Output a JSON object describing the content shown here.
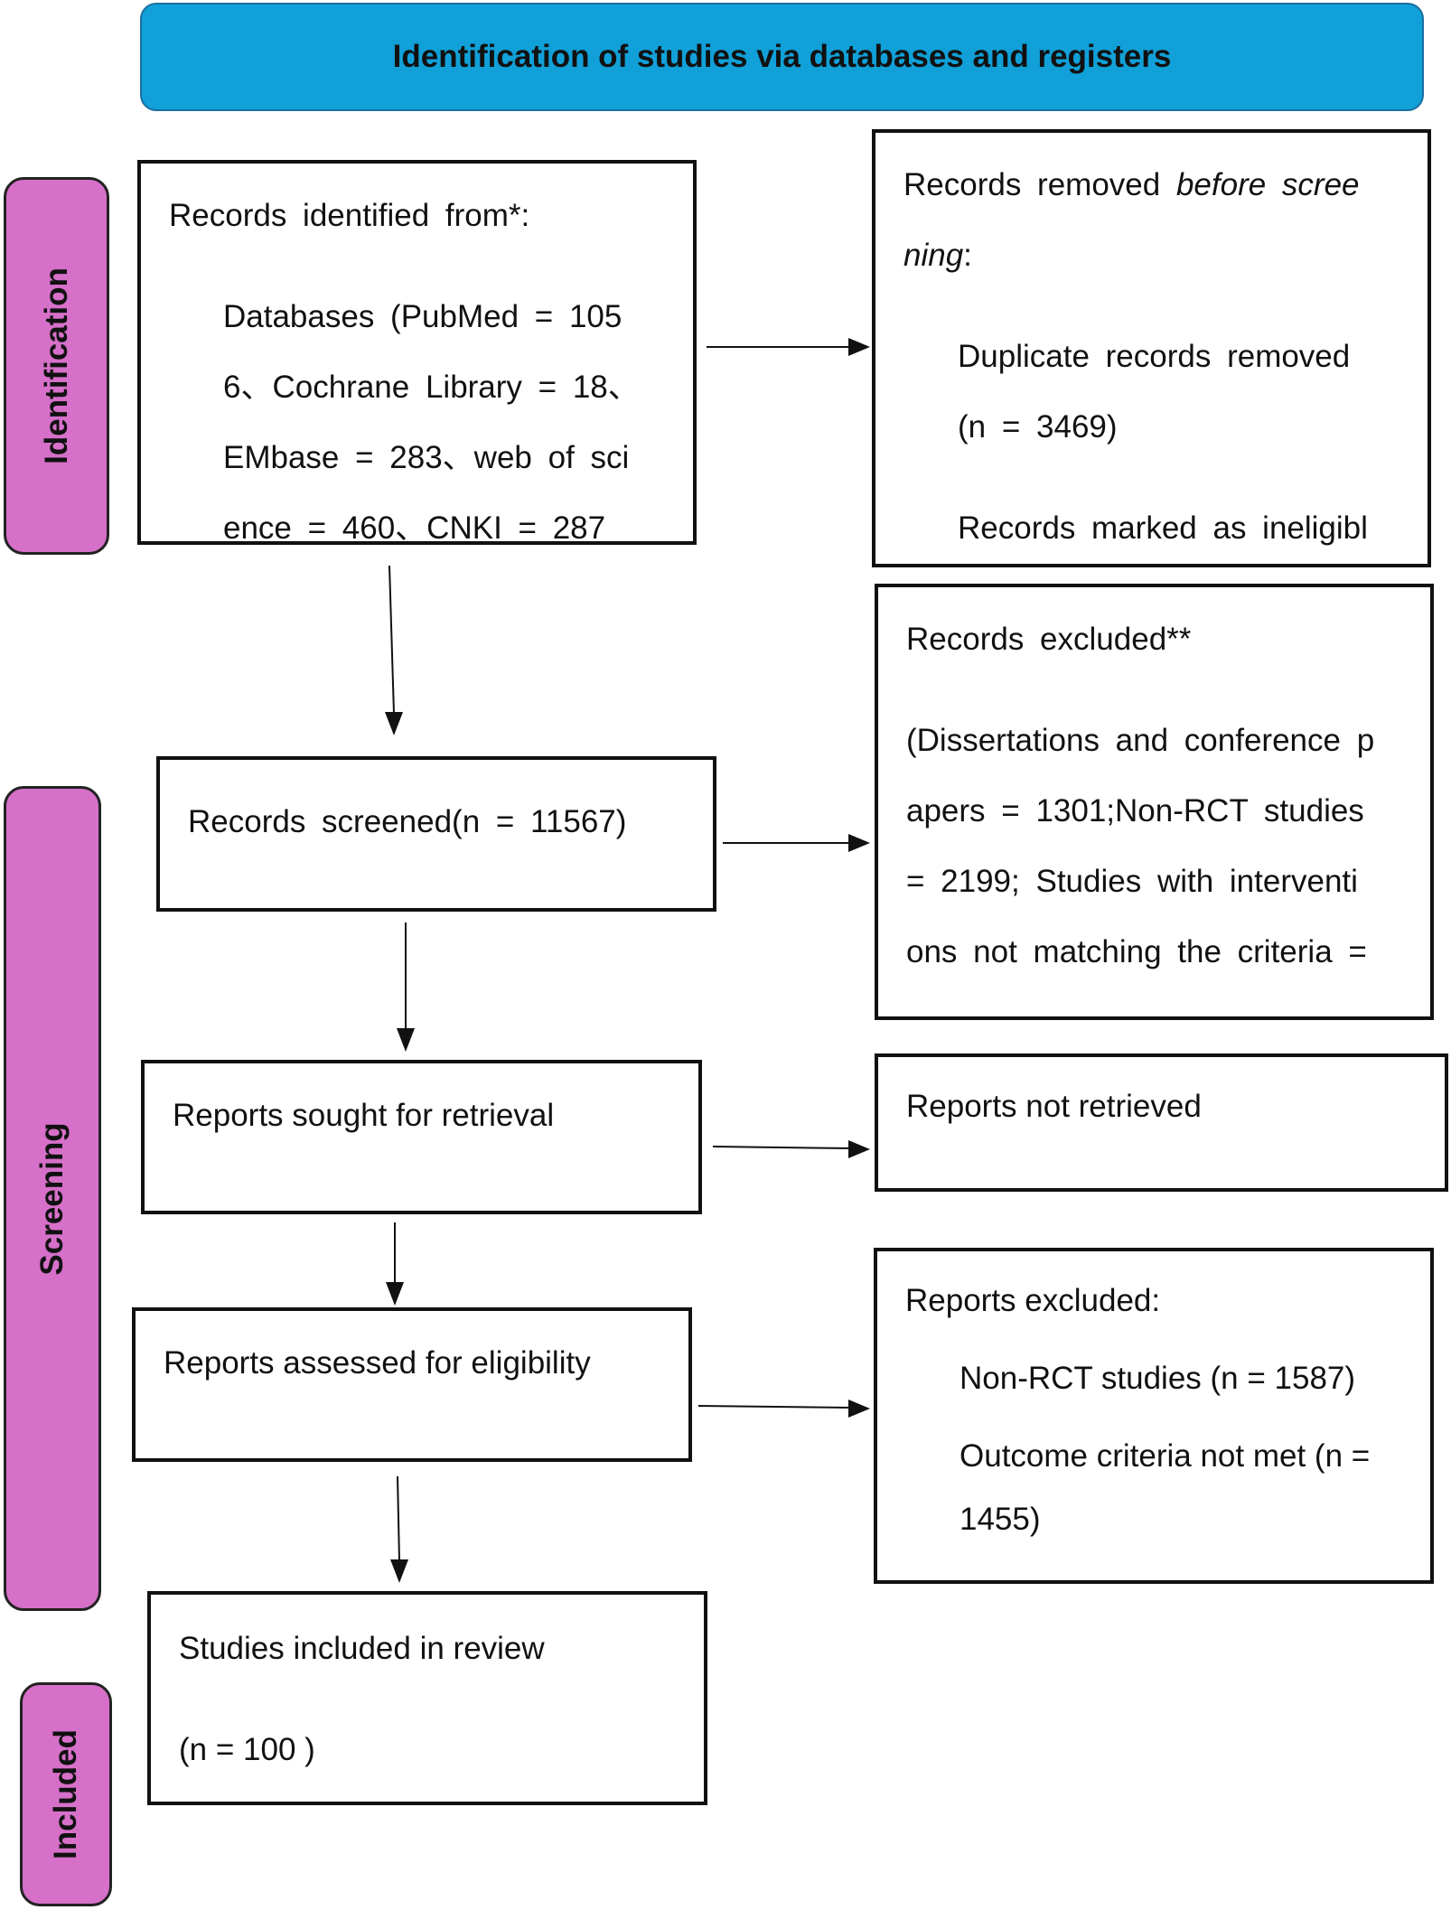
{
  "header": {
    "title": "Identification of studies via databases and registers",
    "color": "#11a0d8"
  },
  "stages": {
    "identification": "Identification",
    "screening": "Screening",
    "included": "Included",
    "color": "#d670c9"
  },
  "records_identified": {
    "title": "Records identified from*:",
    "lines": [
      "Databases (PubMed = 105",
      "6、Cochrane Library = 18、",
      "EMbase = 283、web of sci",
      "ence = 460、CNKI = 287"
    ]
  },
  "records_removed": {
    "prefix": "Records removed ",
    "italic1": "before scree",
    "italic2": "ning",
    "suffix": ":",
    "lines": [
      "Duplicate records removed",
      "(n = 3469)",
      "Records marked as ineligibl"
    ]
  },
  "records_screened": {
    "text": "Records screened(n = 11567)"
  },
  "records_excluded": {
    "title": "Records excluded**",
    "lines": [
      "(Dissertations and conference p",
      "apers = 1301;Non-RCT studies",
      "= 2199; Studies with interventi",
      "ons not matching the criteria ="
    ]
  },
  "reports_sought": {
    "text": "Reports sought for retrieval"
  },
  "reports_not_retrieved": {
    "text": "Reports not retrieved"
  },
  "reports_assessed": {
    "text": "Reports assessed for eligibility"
  },
  "reports_excluded": {
    "title": "Reports excluded:",
    "lines": [
      "Non-RCT studies (n = 1587)",
      "Outcome criteria not met (n =",
      "1455)"
    ]
  },
  "studies_included": {
    "title": "Studies included in review",
    "count": "(n = 100 )"
  }
}
